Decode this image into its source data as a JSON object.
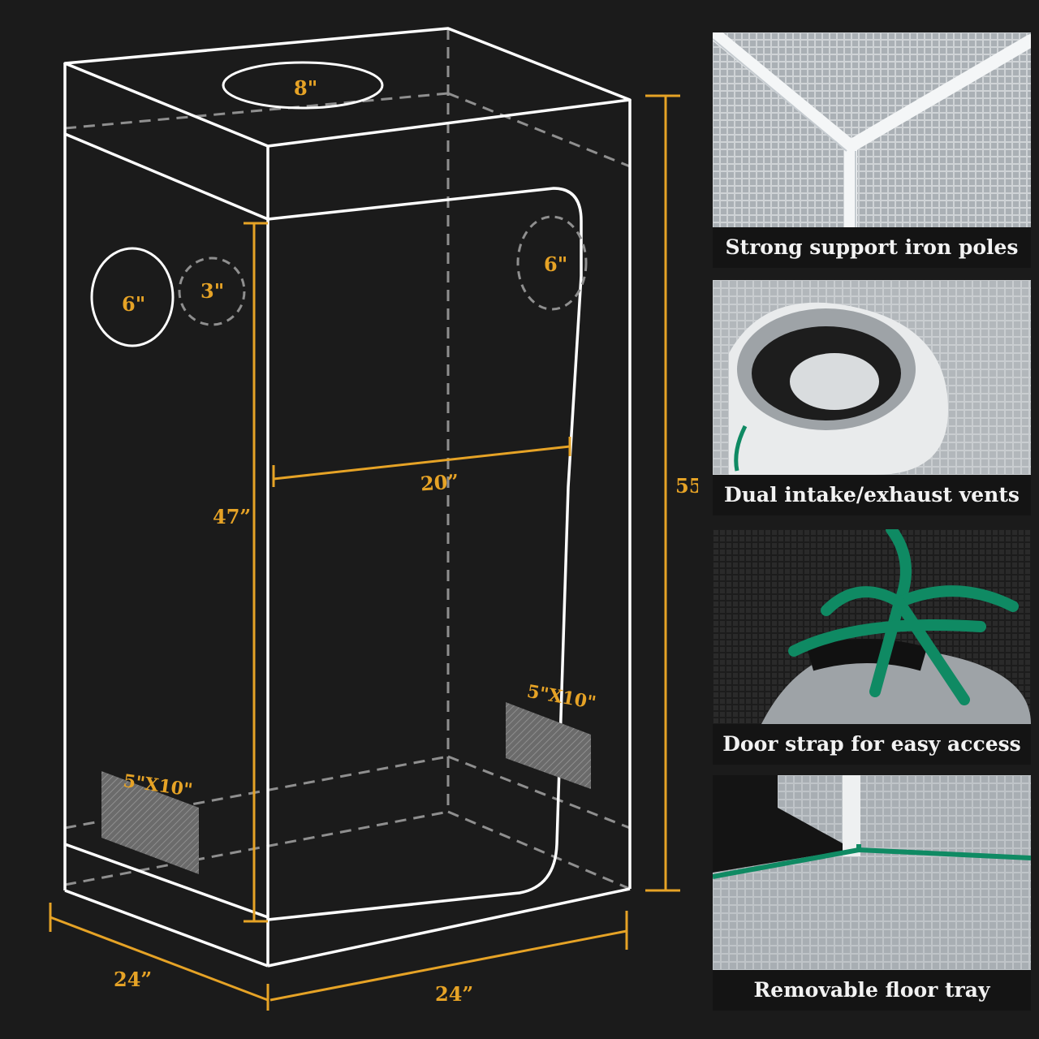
{
  "diagram": {
    "top_port": "8\"",
    "left_port_large": "6\"",
    "left_port_small": "3\"",
    "right_port": "6\"",
    "width_inner": "20”",
    "door_height": "47”",
    "total_height": "55”",
    "depth": "24”",
    "width": "24”",
    "vent_left": "5\"X10\"",
    "vent_right": "5\"X10\""
  },
  "features": [
    {
      "caption": "Strong support iron poles",
      "icon": "support-poles-photo"
    },
    {
      "caption": "Dual intake/exhaust vents",
      "icon": "vent-sock-photo"
    },
    {
      "caption": "Door strap for easy access",
      "icon": "door-strap-photo"
    },
    {
      "caption": "Removable floor tray",
      "icon": "floor-tray-photo"
    }
  ],
  "colors": {
    "accent": "#e6a326",
    "outline": "#ffffff",
    "dashed": "#9a9a9a",
    "strap": "#0f8a63",
    "background": "#1b1b1b"
  }
}
